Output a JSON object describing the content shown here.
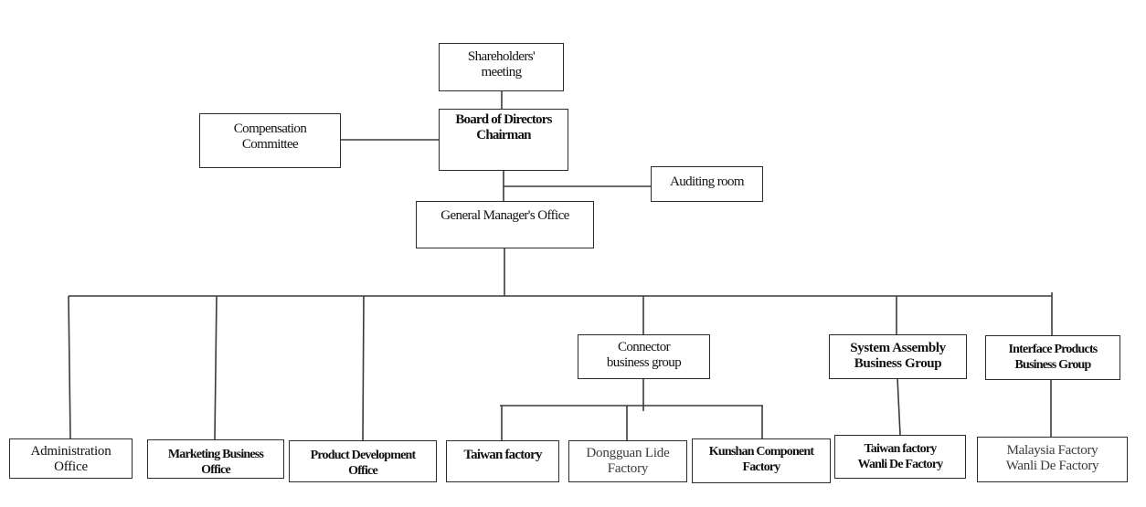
{
  "diagram": {
    "type": "org-chart",
    "nodes": [
      {
        "id": "shareholders",
        "lines": [
          "Shareholders'",
          "meeting"
        ],
        "parent": null
      },
      {
        "id": "board",
        "lines": [
          "Board of Directors",
          "Chairman"
        ],
        "parent": "shareholders"
      },
      {
        "id": "compensation",
        "lines": [
          "Compensation",
          "Committee"
        ],
        "parent": "board"
      },
      {
        "id": "auditing",
        "lines": [
          "Auditing room"
        ],
        "parent": "board"
      },
      {
        "id": "gm",
        "lines": [
          "General Manager's Office"
        ],
        "parent": "board"
      },
      {
        "id": "admin",
        "lines": [
          "Administration",
          "Office"
        ],
        "parent": "gm"
      },
      {
        "id": "marketing",
        "lines": [
          "Marketing Business",
          "Office"
        ],
        "parent": "gm"
      },
      {
        "id": "productdev",
        "lines": [
          "Product Development",
          "Office"
        ],
        "parent": "gm"
      },
      {
        "id": "connector",
        "lines": [
          "Connector",
          "business group"
        ],
        "parent": "gm"
      },
      {
        "id": "sysassembly",
        "lines": [
          "System Assembly",
          "Business Group"
        ],
        "parent": "gm"
      },
      {
        "id": "interface",
        "lines": [
          "Interface Products",
          "Business Group"
        ],
        "parent": "gm"
      },
      {
        "id": "taiwan",
        "lines": [
          "Taiwan factory"
        ],
        "parent": "connector"
      },
      {
        "id": "dongguan",
        "lines": [
          "Dongguan Lide",
          "Factory"
        ],
        "parent": "connector"
      },
      {
        "id": "kunshan",
        "lines": [
          "Kunshan Component",
          "Factory"
        ],
        "parent": "connector"
      },
      {
        "id": "taiwanwanli",
        "lines": [
          "Taiwan factory",
          "Wanli De Factory"
        ],
        "parent": "sysassembly"
      },
      {
        "id": "malaysia",
        "lines": [
          "Malaysia Factory",
          "Wanli De Factory"
        ],
        "parent": "interface"
      }
    ]
  },
  "colors": {
    "line": "#3a3a3a",
    "border": "#2b2b2b",
    "text": "#111111"
  }
}
